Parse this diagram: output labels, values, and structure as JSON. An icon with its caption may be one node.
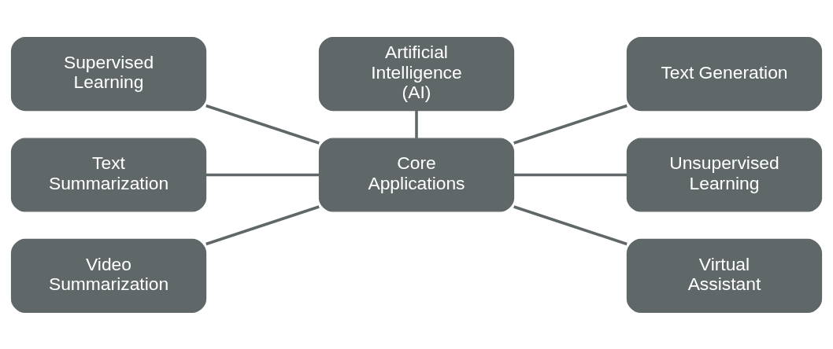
{
  "diagram": {
    "nodes": [
      {
        "text": [
          "Artificial Intelligence (AI)"
        ]
      },
      {
        "text": [
          "Core Applications"
        ]
      },
      {
        "text": [
          "Supervised Learning"
        ]
      },
      {
        "text": [
          "Text Summarization"
        ]
      },
      {
        "text": [
          "Video Summarization"
        ]
      },
      {
        "text": [
          "Text Generation"
        ]
      },
      {
        "text": [
          "Unsupervised Learning"
        ]
      },
      {
        "text": [
          "Virtual Assistant"
        ]
      }
    ],
    "edges": [
      {
        "from": 0,
        "to": 1,
        "arrow": "none"
      },
      {
        "from": 2,
        "to": 1,
        "arrow": "none"
      },
      {
        "from": 3,
        "to": 1,
        "arrow": "none"
      },
      {
        "from": 4,
        "to": 1,
        "arrow": "none"
      },
      {
        "from": 1,
        "to": 5,
        "arrow": "none"
      },
      {
        "from": 1,
        "to": 6,
        "arrow": "none"
      },
      {
        "from": 1,
        "to": 7,
        "arrow": "none"
      }
    ]
  }
}
